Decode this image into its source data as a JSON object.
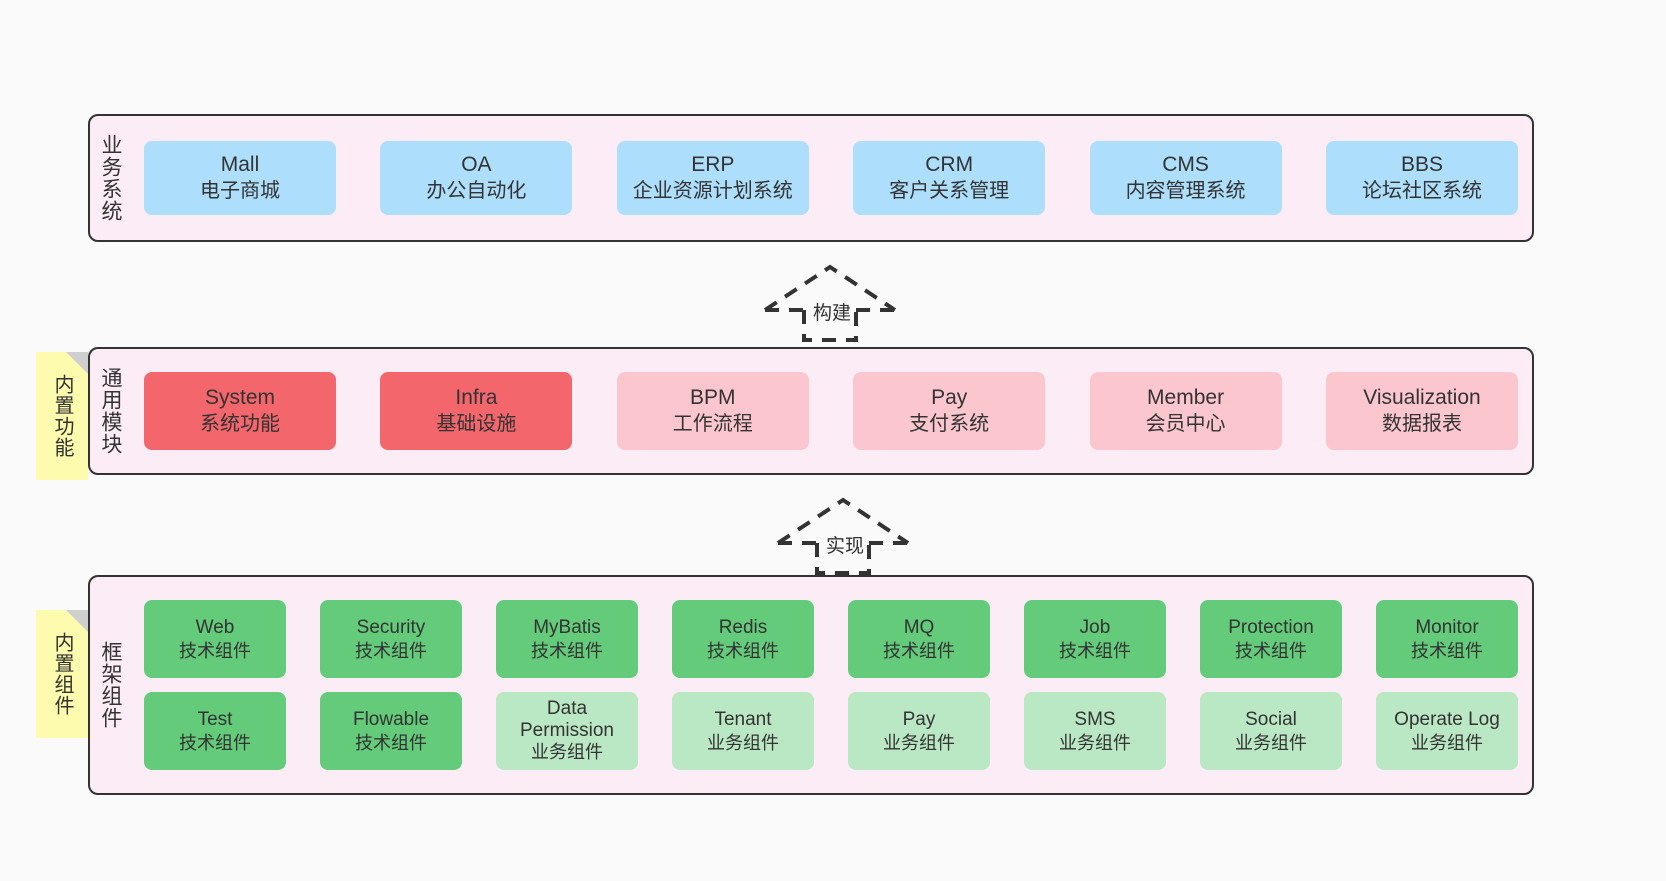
{
  "diagram": {
    "title": "ruoyi-vue-pro architecture",
    "colors": {
      "page_bg": "#fafafa",
      "layer_bg": "#fbecf5",
      "layer_border": "#333333",
      "blue_card": "#addefc",
      "red_card": "#f2666c",
      "pink_card": "#fbc6ce",
      "green_card": "#63cb7a",
      "light_green_card": "#bbe8c4",
      "note_bg": "#fcfbae",
      "note_fold": "#cfcfcf",
      "text": "#333333"
    }
  },
  "layers": [
    {
      "id": "business-systems",
      "title": "业务系统",
      "rows": [
        {
          "cards": [
            {
              "name": "mall",
              "t1": "Mall",
              "t2": "电子商城"
            },
            {
              "name": "oa",
              "t1": "OA",
              "t2": "办公自动化"
            },
            {
              "name": "erp",
              "t1": "ERP",
              "t2": "企业资源计划系统"
            },
            {
              "name": "crm",
              "t1": "CRM",
              "t2": "客户关系管理"
            },
            {
              "name": "cms",
              "t1": "CMS",
              "t2": "内容管理系统"
            },
            {
              "name": "bbs",
              "t1": "BBS",
              "t2": "论坛社区系统"
            }
          ]
        }
      ]
    },
    {
      "id": "common-modules",
      "title": "通用模块",
      "note": "内置功能",
      "rows": [
        {
          "cards": [
            {
              "name": "system",
              "t1": "System",
              "t2": "系统功能",
              "style": "red"
            },
            {
              "name": "infra",
              "t1": "Infra",
              "t2": "基础设施",
              "style": "red"
            },
            {
              "name": "bpm",
              "t1": "BPM",
              "t2": "工作流程",
              "style": "pink"
            },
            {
              "name": "pay",
              "t1": "Pay",
              "t2": "支付系统",
              "style": "pink"
            },
            {
              "name": "member",
              "t1": "Member",
              "t2": "会员中心",
              "style": "pink"
            },
            {
              "name": "visualization",
              "t1": "Visualization",
              "t2": "数据报表",
              "style": "pink"
            }
          ]
        }
      ]
    },
    {
      "id": "framework-components",
      "title": "框架组件",
      "note": "内置组件",
      "rows": [
        {
          "cards": [
            {
              "name": "web",
              "t1": "Web",
              "t2": "技术组件",
              "style": "green"
            },
            {
              "name": "security",
              "t1": "Security",
              "t2": "技术组件",
              "style": "green"
            },
            {
              "name": "mybatis",
              "t1": "MyBatis",
              "t2": "技术组件",
              "style": "green"
            },
            {
              "name": "redis",
              "t1": "Redis",
              "t2": "技术组件",
              "style": "green"
            },
            {
              "name": "mq",
              "t1": "MQ",
              "t2": "技术组件",
              "style": "green"
            },
            {
              "name": "job",
              "t1": "Job",
              "t2": "技术组件",
              "style": "green"
            },
            {
              "name": "protection",
              "t1": "Protection",
              "t2": "技术组件",
              "style": "green"
            },
            {
              "name": "monitor",
              "t1": "Monitor",
              "t2": "技术组件",
              "style": "green"
            }
          ]
        },
        {
          "cards": [
            {
              "name": "test",
              "t1": "Test",
              "t2": "技术组件",
              "style": "green"
            },
            {
              "name": "flowable",
              "t1": "Flowable",
              "t2": "技术组件",
              "style": "green"
            },
            {
              "name": "data-permission",
              "t1": "Data Permission",
              "t2": "业务组件",
              "style": "light-green",
              "wrap": true
            },
            {
              "name": "tenant",
              "t1": "Tenant",
              "t2": "业务组件",
              "style": "light-green"
            },
            {
              "name": "pay-component",
              "t1": "Pay",
              "t2": "业务组件",
              "style": "light-green"
            },
            {
              "name": "sms",
              "t1": "SMS",
              "t2": "业务组件",
              "style": "light-green"
            },
            {
              "name": "social",
              "t1": "Social",
              "t2": "业务组件",
              "style": "light-green"
            },
            {
              "name": "operate-log",
              "t1": "Operate Log",
              "t2": "业务组件",
              "style": "light-green"
            }
          ]
        }
      ]
    }
  ],
  "connectors": [
    {
      "id": "build",
      "label": "构建"
    },
    {
      "id": "implement",
      "label": "实现"
    }
  ]
}
